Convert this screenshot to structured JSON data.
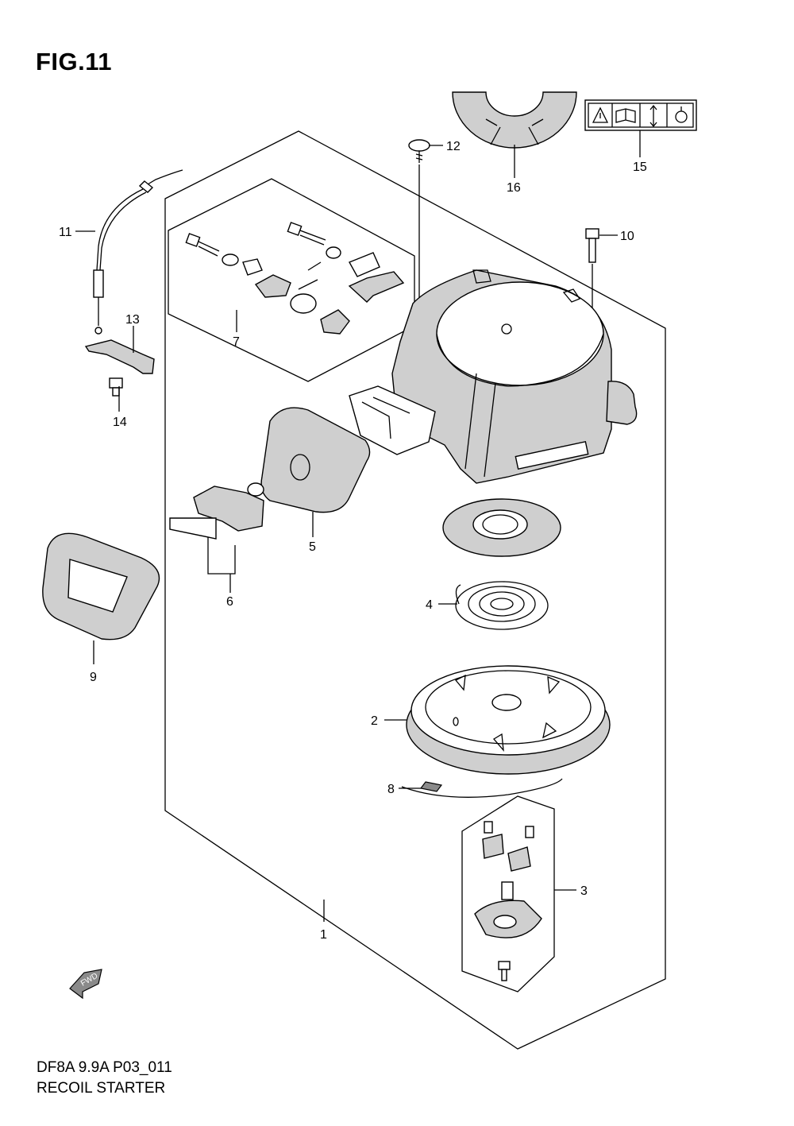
{
  "figure": {
    "title": "FIG.11",
    "code": "DF8A 9.9A P03_011",
    "name": "RECOIL STARTER",
    "fwd_label": "FWD"
  },
  "callouts": [
    {
      "id": "1",
      "label": "1"
    },
    {
      "id": "2",
      "label": "2"
    },
    {
      "id": "3",
      "label": "3"
    },
    {
      "id": "4",
      "label": "4"
    },
    {
      "id": "5",
      "label": "5"
    },
    {
      "id": "6",
      "label": "6"
    },
    {
      "id": "7",
      "label": "7"
    },
    {
      "id": "8",
      "label": "8"
    },
    {
      "id": "9",
      "label": "9"
    },
    {
      "id": "10",
      "label": "10"
    },
    {
      "id": "11",
      "label": "11"
    },
    {
      "id": "12",
      "label": "12"
    },
    {
      "id": "13",
      "label": "13"
    },
    {
      "id": "14",
      "label": "14"
    },
    {
      "id": "15",
      "label": "15"
    },
    {
      "id": "16",
      "label": "16"
    }
  ],
  "icons": [
    "warning-icon",
    "manual-icon",
    "arrow-updown-icon",
    "rope-pull-icon"
  ]
}
